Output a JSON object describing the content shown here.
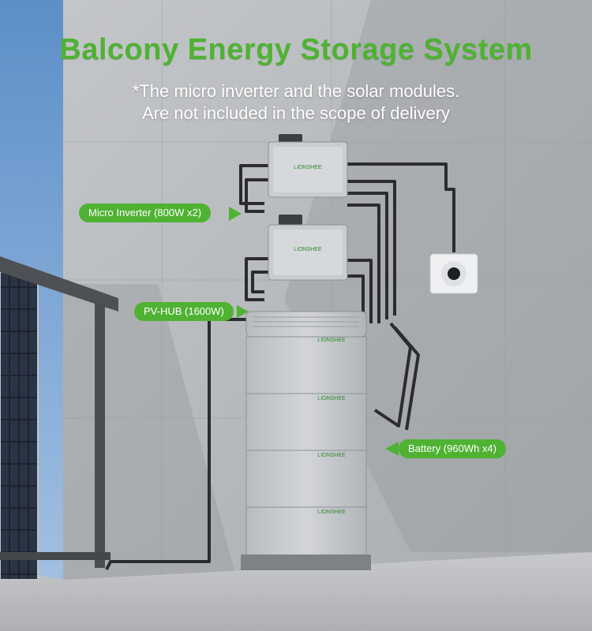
{
  "title": "Balcony Energy Storage System",
  "note": {
    "line1": "*The micro inverter and the solar modules.",
    "line2": "Are not included in the scope of delivery"
  },
  "labels": {
    "micro_inverter": "Micro Inverter (800W x2)",
    "pv_hub": "PV-HUB (1600W)",
    "battery": "Battery (960Wh x4)"
  },
  "brand": "LIONSHEE",
  "colors": {
    "accent": "#4fb233",
    "wall": "#b9bdc0",
    "device": "#c9ccd0"
  }
}
